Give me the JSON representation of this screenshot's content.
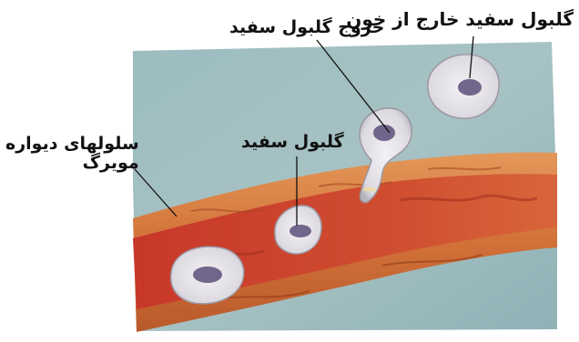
{
  "labels": {
    "wbc_outside": "گلبول سفید خارج از خون",
    "wbc_exit": "خروج گلبول سفید",
    "wbc": "گلبول سفید",
    "wall_cells_line1": "سلولهای دیواره",
    "wall_cells_line2": "مویرگ"
  },
  "colors": {
    "tissue_background": "#9ab9bd",
    "vessel_wall": "#d4743a",
    "vessel_lumen": "#c8402a",
    "cell_membrane": "#e8e6ea",
    "nucleus": "#5b4f7a",
    "label_text": "#111111"
  }
}
